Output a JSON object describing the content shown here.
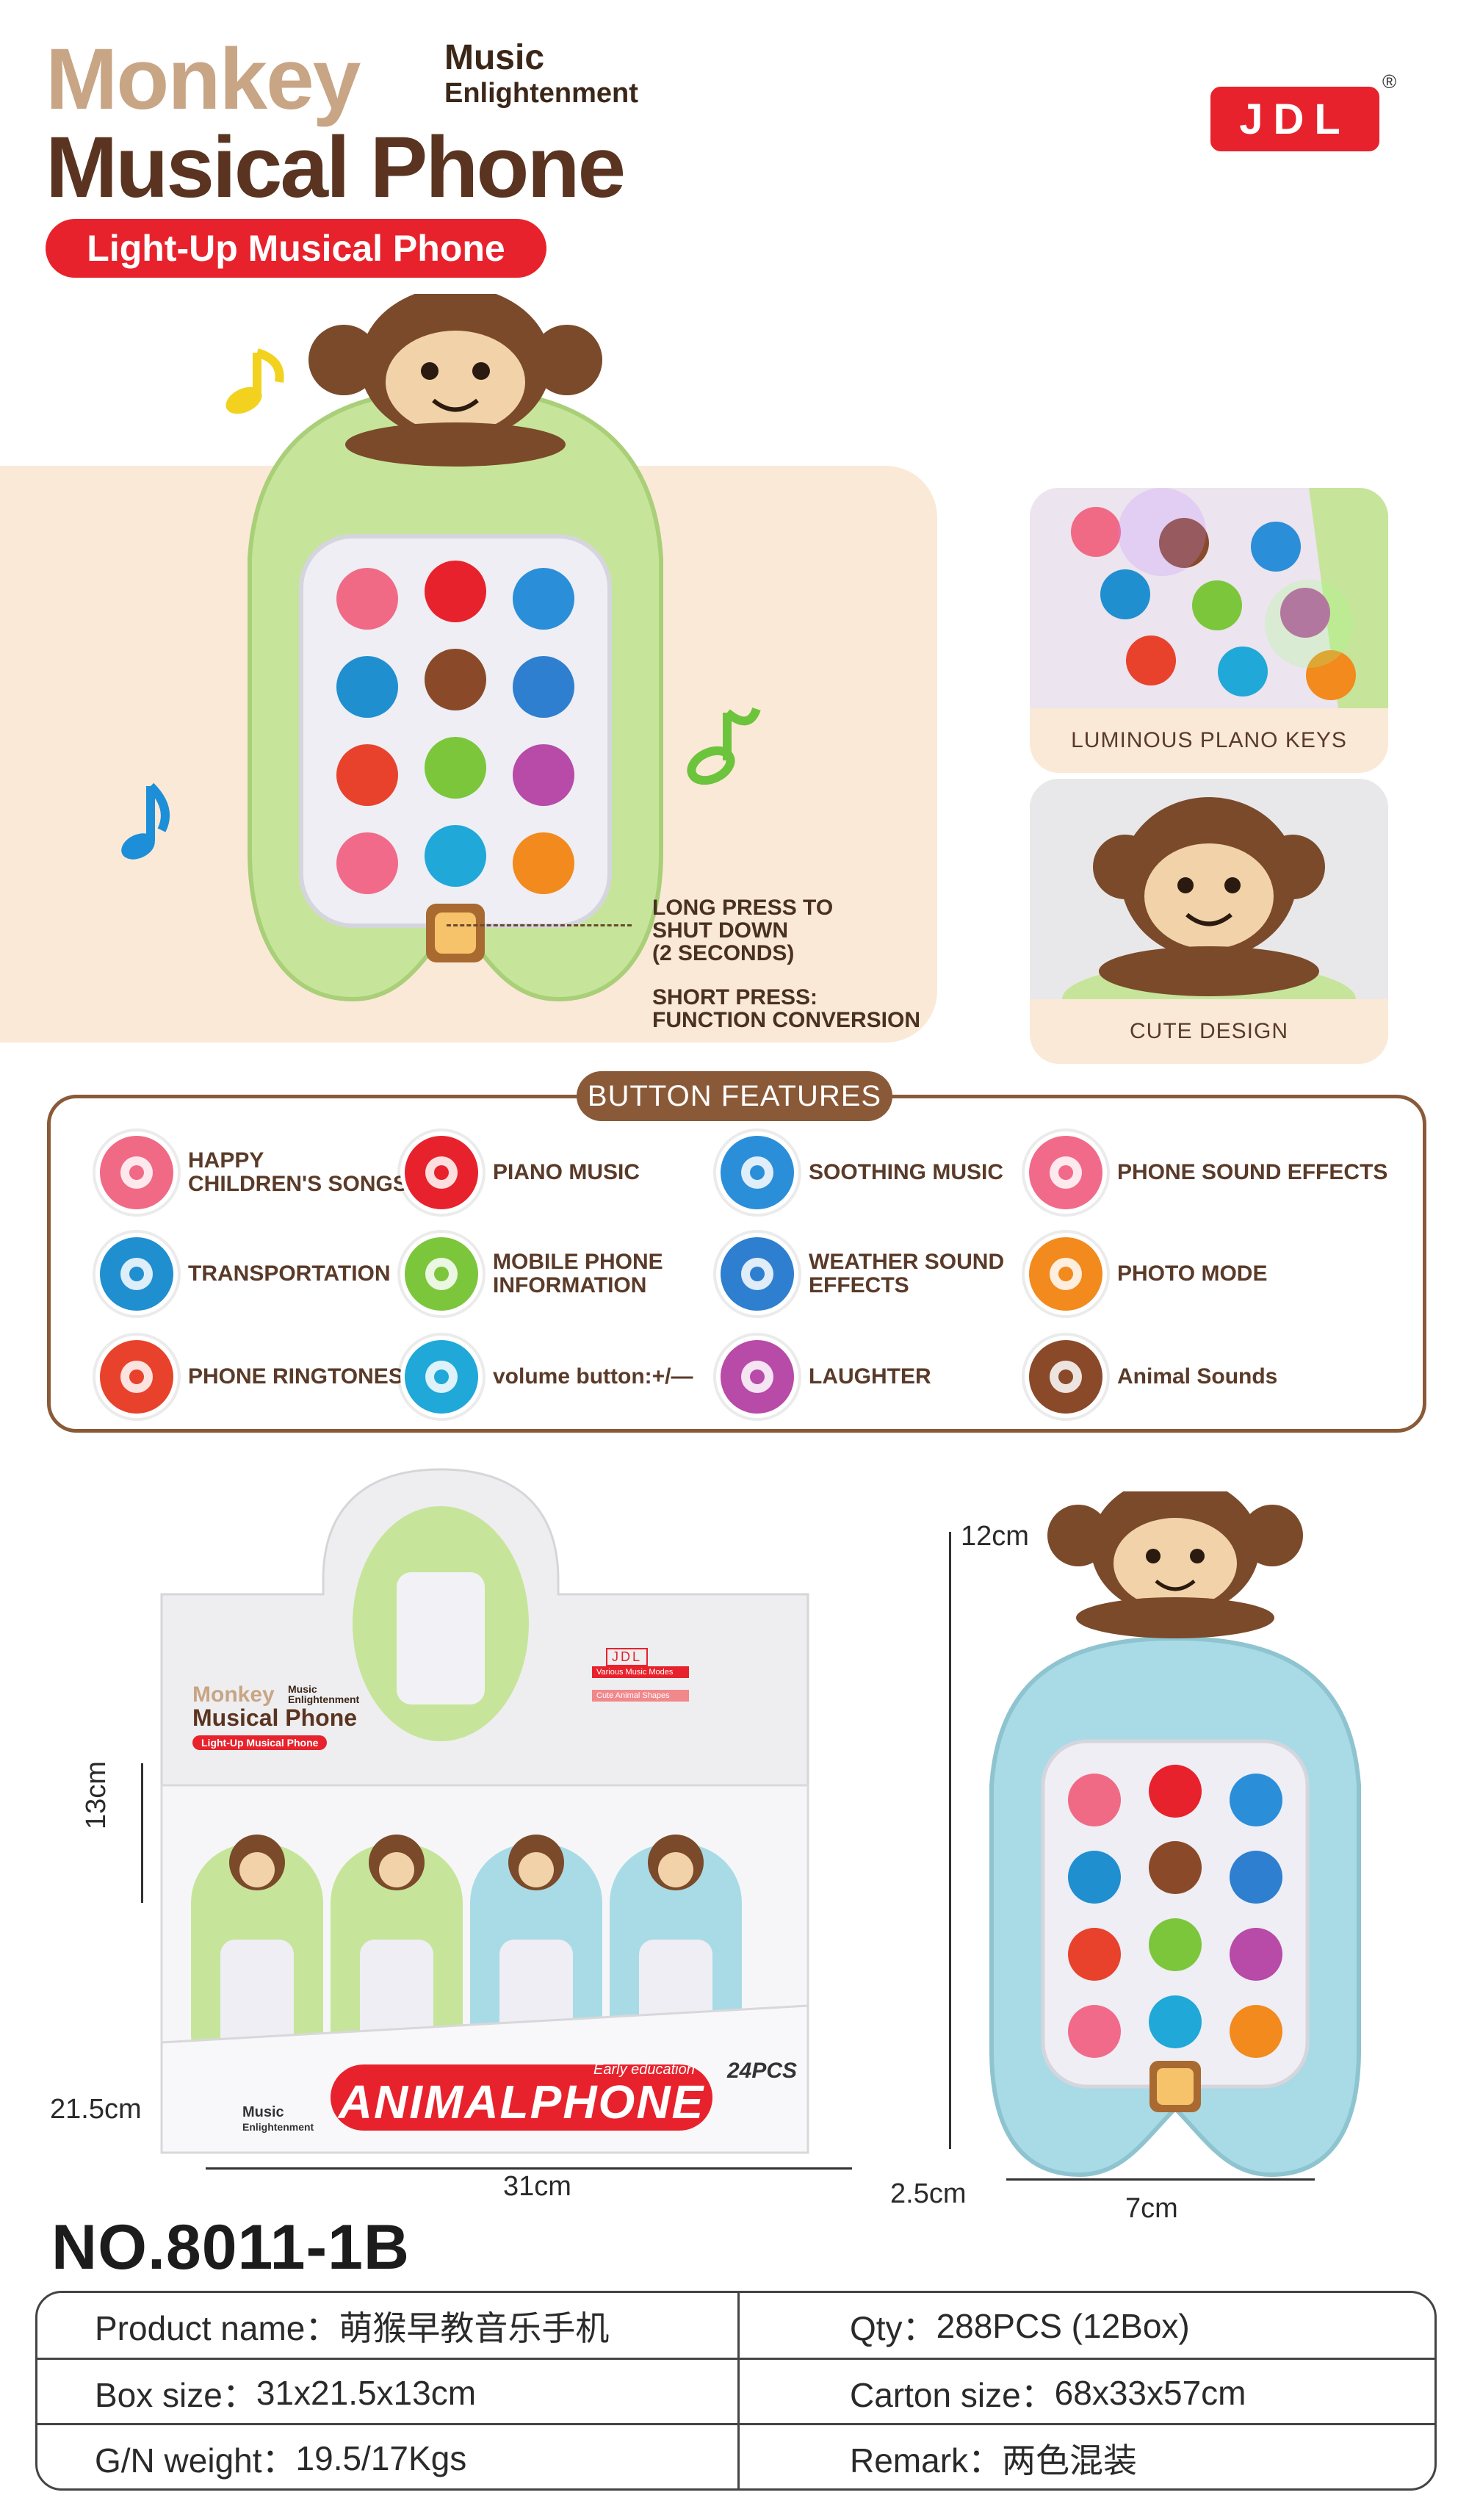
{
  "header": {
    "title_line1": "Monkey",
    "title_line2": "Musical Phone",
    "subtitle_line1": "Music",
    "subtitle_line2": "Enlightenment",
    "tagline": "Light-Up Musical Phone",
    "brand": "JDL",
    "registered_mark": "®"
  },
  "hero": {
    "callout_long": [
      "LONG PRESS TO",
      "SHUT DOWN",
      "(2 SECONDS)"
    ],
    "callout_short": [
      "SHORT PRESS:",
      "FUNCTION CONVERSION"
    ]
  },
  "insets": [
    {
      "caption": "LUMINOUS PLANO KEYS"
    },
    {
      "caption": "CUTE DESIGN"
    }
  ],
  "features": {
    "title": "BUTTON FEATURES",
    "items": [
      {
        "label": "HAPPY\nCHILDREN'S SONGS",
        "icon": "music-note-icon",
        "color": "#f06a86"
      },
      {
        "label": "PIANO MUSIC",
        "icon": "piano-icon",
        "color": "#e8222c"
      },
      {
        "label": "SOOTHING MUSIC",
        "icon": "moon-icon",
        "color": "#2a8fd8"
      },
      {
        "label": "PHONE SOUND EFFECTS",
        "icon": "telephone-icon",
        "color": "#f26a8a"
      },
      {
        "label": "TRANSPORTATION",
        "icon": "car-icon",
        "color": "#1f8fd0"
      },
      {
        "label": "MOBILE PHONE\nINFORMATION",
        "icon": "chat-bubble-icon",
        "color": "#7cc63c"
      },
      {
        "label": "WEATHER SOUND\n EFFECTS",
        "icon": "sun-cloud-icon",
        "color": "#2f7fd0"
      },
      {
        "label": "PHOTO MODE",
        "icon": "camera-icon",
        "color": "#f28a1e"
      },
      {
        "label": "PHONE RINGTONES",
        "icon": "bell-icon",
        "color": "#e8422c"
      },
      {
        "label": "volume button:+/—",
        "icon": "speaker-icon",
        "color": "#1fa8d8"
      },
      {
        "label": "LAUGHTER",
        "icon": "baby-face-icon",
        "color": "#b84aa8"
      },
      {
        "label": "Animal Sounds",
        "icon": "bear-icon",
        "color": "#8a4a2a"
      }
    ]
  },
  "box_photo": {
    "height": "13cm",
    "depth": "21.5cm",
    "width": "31cm",
    "display_title_1": "Monkey",
    "display_title_2": "Musical Phone",
    "display_music": "Music",
    "display_music2": "Enlightenment",
    "display_tagline": "Light-Up Musical Phone",
    "display_brand": "JDL",
    "front_banner": "ANIMALPHONE",
    "front_early": "Early education",
    "front_pcs": "24PCS",
    "front_music": "Music",
    "front_music2": "Enlightenment",
    "chip1": "Various Music Modes",
    "chip2": "Cute Animal Shapes"
  },
  "product_photo": {
    "height": "12cm",
    "depth": "2.5cm",
    "width": "7cm"
  },
  "model": "NO.8011-1B",
  "specs": [
    [
      {
        "k": "Product name：",
        "v": "萌猴早教音乐手机"
      },
      {
        "k": "Qty：",
        "v": "288PCS (12Box)"
      }
    ],
    [
      {
        "k": "Box size：",
        "v": "31x21.5x13cm"
      },
      {
        "k": "Carton size：",
        "v": "68x33x57cm"
      }
    ],
    [
      {
        "k": "G/N weight：",
        "v": "19.5/17Kgs"
      },
      {
        "k": "Remark：",
        "v": "两色混装"
      }
    ]
  ],
  "colors": {
    "red": "#e8222c",
    "brown": "#8a5a38",
    "peach": "#fbe9d7",
    "green_phone": "#c6e59a",
    "blue_phone": "#a9dbe6"
  }
}
